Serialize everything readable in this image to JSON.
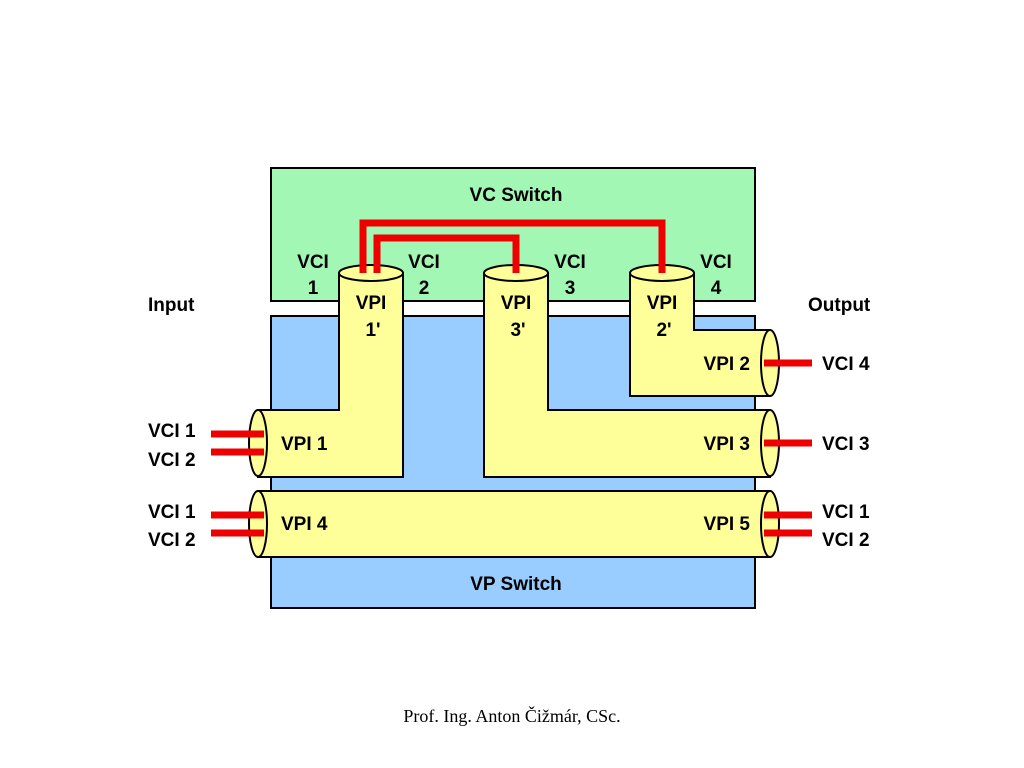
{
  "colors": {
    "vc_switch_fill": "#a3f7b5",
    "vp_switch_fill": "#99ccff",
    "pipe_fill": "#ffff99",
    "wire": "#ee0000",
    "outline": "#000000"
  },
  "diagram": {
    "vc_switch_label": "VC Switch",
    "vp_switch_label": "VP Switch",
    "input_label": "Input",
    "output_label": "Output",
    "top_vci": [
      {
        "line1": "VCI",
        "line2": "1"
      },
      {
        "line1": "VCI",
        "line2": "2"
      },
      {
        "line1": "VCI",
        "line2": "3"
      },
      {
        "line1": "VCI",
        "line2": "4"
      }
    ],
    "pipe_top_labels": [
      {
        "line1": "VPI",
        "line2": "1'"
      },
      {
        "line1": "VPI",
        "line2": "3'"
      },
      {
        "line1": "VPI",
        "line2": "2'"
      }
    ],
    "vpi_labels": {
      "vpi1": "VPI 1",
      "vpi2": "VPI 2",
      "vpi3": "VPI 3",
      "vpi4": "VPI 4",
      "vpi5": "VPI 5"
    },
    "input_vci": {
      "vpi1_a": "VCI 1",
      "vpi1_b": "VCI 2",
      "vpi4_a": "VCI 1",
      "vpi4_b": "VCI 2"
    },
    "output_vci": {
      "vpi2": "VCI 4",
      "vpi3": "VCI 3",
      "vpi5_a": "VCI 1",
      "vpi5_b": "VCI 2"
    }
  },
  "footer": "Prof. Ing. Anton Čižmár, CSc."
}
